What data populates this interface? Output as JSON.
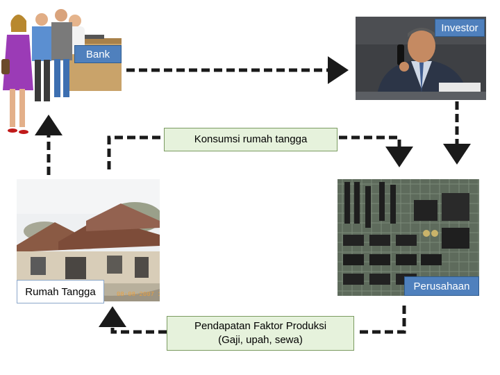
{
  "nodes": {
    "investor": "Investor",
    "bank": "Bank",
    "consumption": "Konsumsi rumah tangga",
    "household": "Rumah Tangga",
    "company": "Perusahaan",
    "income_line1": "Pendapatan Faktor Produksi",
    "income_line2": "(Gaji, upah, sewa)"
  },
  "photo_stamp": "08-08-2007 12:31",
  "colors": {
    "arrow": "#1a1a1a",
    "label_blue": "#4f80bd",
    "label_green": "#e6f2dc"
  }
}
